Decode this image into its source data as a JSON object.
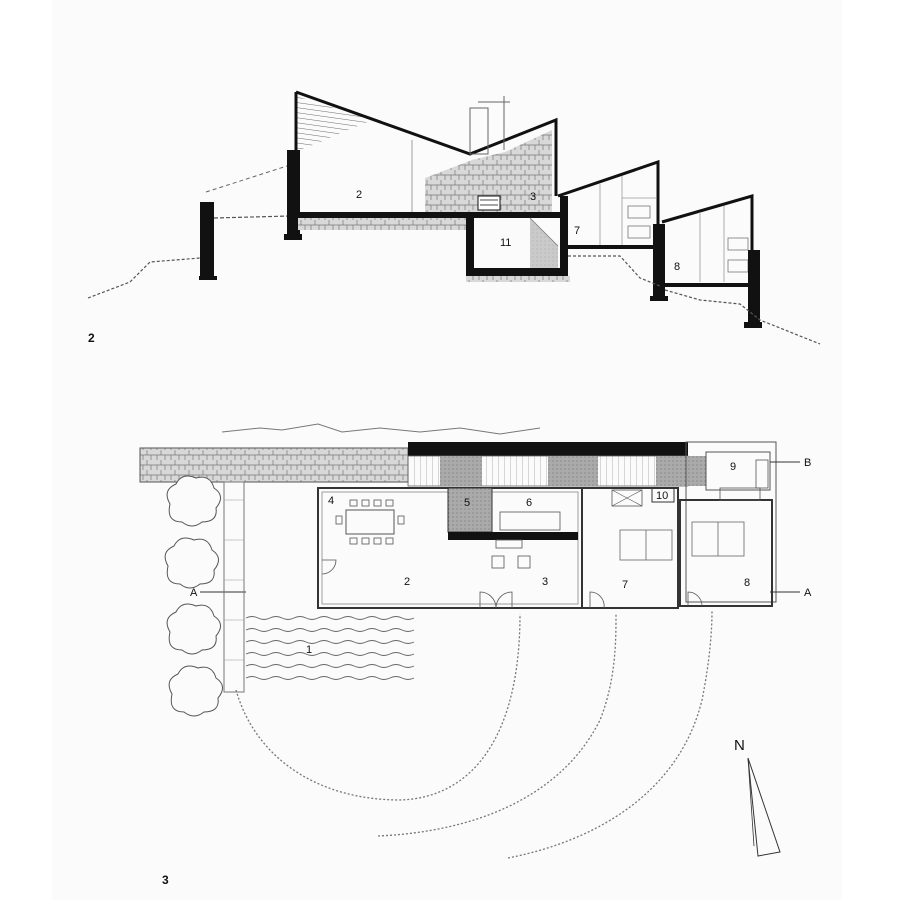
{
  "figures": {
    "section": {
      "number": "2"
    },
    "plan": {
      "number": "3"
    }
  },
  "section_labels": {
    "r2": "2",
    "r3": "3",
    "r7": "7",
    "r8": "8",
    "r11": "11"
  },
  "plan_labels": {
    "r1": "1",
    "r2": "2",
    "r3": "3",
    "r4": "4",
    "r5": "5",
    "r6": "6",
    "r7": "7",
    "r8": "8",
    "r9": "9",
    "r10": "10"
  },
  "section_marks": {
    "a_left": "A",
    "a_right": "A",
    "b_right": "B"
  },
  "north": {
    "label": "N"
  }
}
